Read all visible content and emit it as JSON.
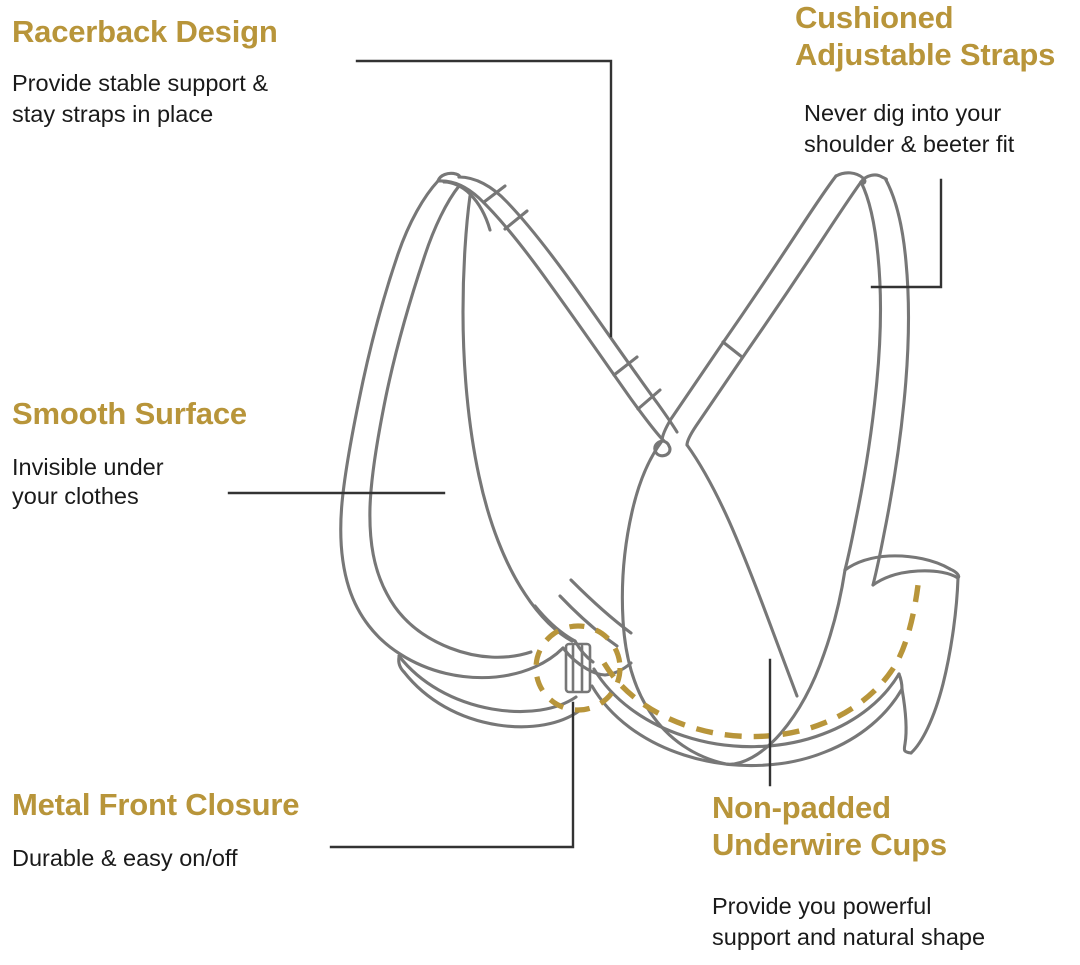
{
  "meta": {
    "kind": "product-feature-infographic",
    "subject": "racerback front-closure underwire bra line drawing",
    "background_color": "#ffffff",
    "accent_color": "#b8953a",
    "body_text_color": "#1a1a1a",
    "outline_color": "#777777",
    "leader_line_color": "#333333"
  },
  "callouts": [
    {
      "id": "racerback",
      "title": "Racerback Design",
      "description": "Provide stable support &\nstay straps in place",
      "position": "top-left"
    },
    {
      "id": "cushioned_straps",
      "title": "Cushioned\nAdjustable Straps",
      "description": "Never dig into your\nshoulder & beeter fit",
      "position": "top-right"
    },
    {
      "id": "smooth_surface",
      "title": "Smooth Surface",
      "description": "Invisible under\nyour clothes",
      "position": "middle-left"
    },
    {
      "id": "metal_front_closure",
      "title": "Metal Front Closure",
      "description": "Durable & easy on/off",
      "position": "bottom-left"
    },
    {
      "id": "non_padded_cups",
      "title": "Non-padded\nUnderwire Cups",
      "description": "Provide you powerful\nsupport and natural shape",
      "position": "bottom-right"
    }
  ],
  "illustration": {
    "highlights": [
      {
        "name": "underwire-dashed-line",
        "style": "dashed",
        "color": "#b8953a"
      },
      {
        "name": "front-closure-dashed-circle",
        "style": "dashed",
        "color": "#b8953a"
      }
    ],
    "parts": [
      "left-cup",
      "right-cup",
      "left-shoulder-strap",
      "right-shoulder-strap",
      "strap-adjuster-ladder",
      "racerback-crossing-point",
      "metal-front-clasp",
      "underband",
      "side-wing"
    ]
  }
}
